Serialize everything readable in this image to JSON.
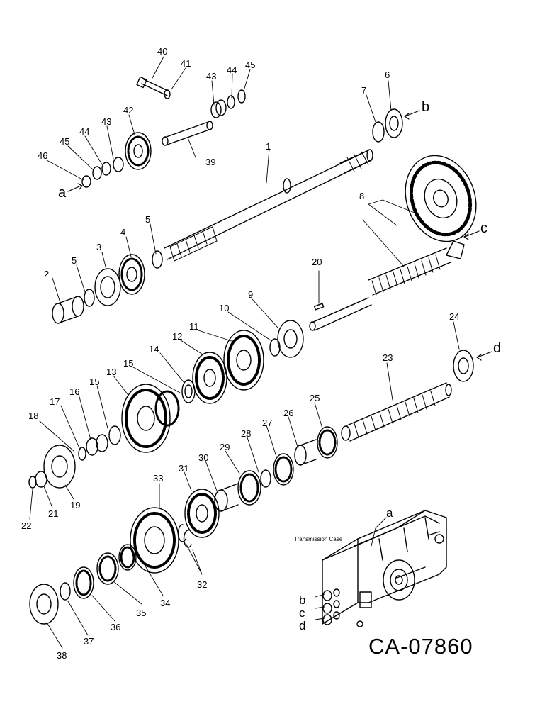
{
  "callouts": [
    "1",
    "2",
    "3",
    "4",
    "5",
    "5",
    "6",
    "7",
    "8",
    "9",
    "10",
    "11",
    "12",
    "13",
    "14",
    "15",
    "15",
    "16",
    "17",
    "18",
    "19",
    "20",
    "21",
    "22",
    "23",
    "24",
    "25",
    "26",
    "27",
    "28",
    "29",
    "30",
    "31",
    "32",
    "33",
    "34",
    "35",
    "36",
    "37",
    "38",
    "39",
    "40",
    "41",
    "42",
    "43",
    "43",
    "44",
    "44",
    "45",
    "45",
    "46"
  ],
  "mating_points": [
    "a",
    "b",
    "c",
    "d"
  ],
  "inset": {
    "caption": "Transmission Case",
    "points": [
      "a",
      "b",
      "c",
      "d"
    ]
  },
  "drawing_code": "CA-07860",
  "colors": {
    "line": "#000000",
    "background": "#ffffff"
  }
}
